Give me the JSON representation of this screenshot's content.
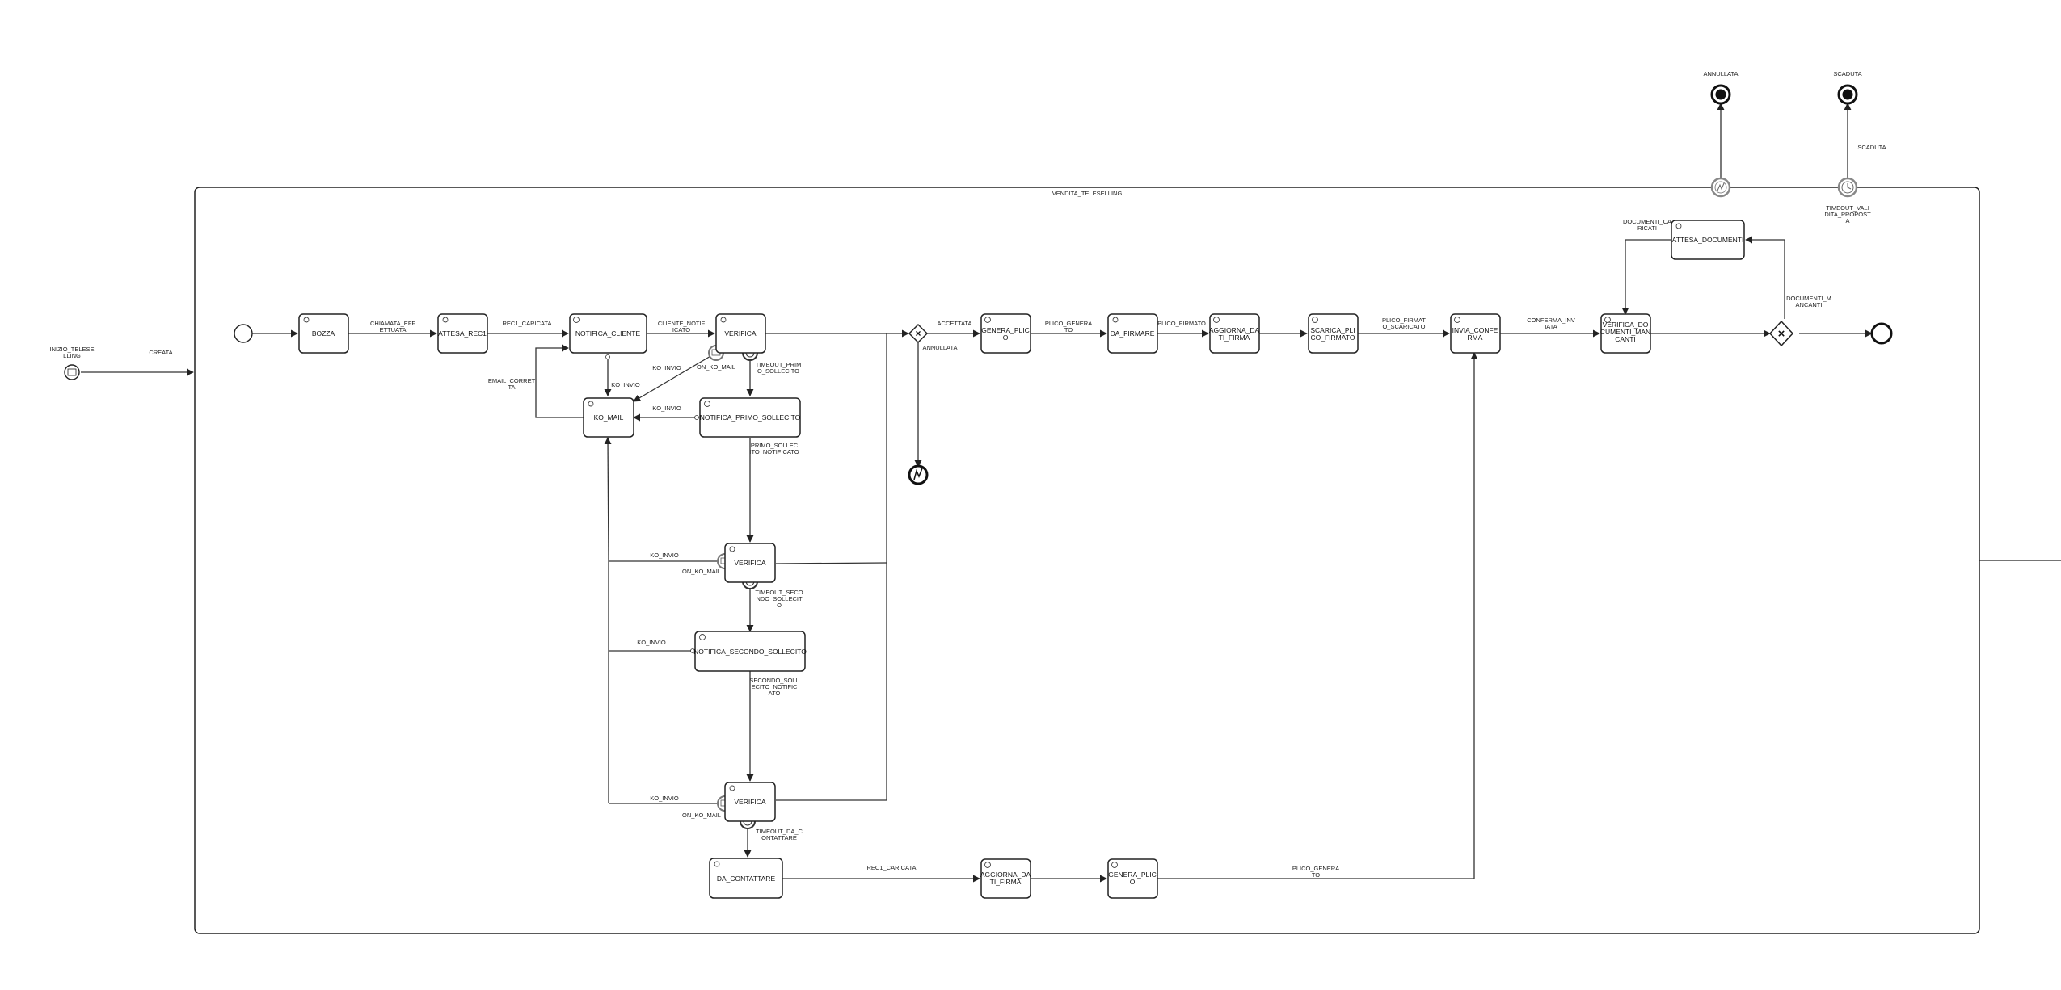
{
  "subprocess": {
    "title": "VENDITA_TELESELLING"
  },
  "events": {
    "start_external": "INIZIO_TELESE LLING",
    "end_annullata": "ANNULLATA",
    "end_scaduta": "SCADUTA",
    "boundary_timeout": "TIMEOUT_VALI DITA_PROPOST A"
  },
  "tasks": {
    "bozza": "BOZZA",
    "attesa_rec1": "ATTESA_REC1",
    "notifica_cliente": "NOTIFICA_CLIENTE",
    "verifica_1": "VERIFICA",
    "ko_mail": "KO_MAIL",
    "notifica_primo_sollecito": "NOTIFICA_PRIMO_SOLLECITO",
    "verifica_2": "VERIFICA",
    "notifica_secondo_sollecito": "NOTIFICA_SECONDO_SOLLECITO",
    "verifica_3": "VERIFICA",
    "da_contattare": "DA_CONTATTARE",
    "genera_plico_1": "GENERA_PLIC O",
    "da_firmare": "DA_FIRMARE",
    "aggiorna_dati_firma_1": "AGGIORNA_DA TI_FIRMA",
    "scarica_plico_firmato": "SCARICA_PLI CO_FIRMATO",
    "invia_conferma": "INVIA_CONFE RMA",
    "verifica_documenti_mancanti": "VERIFICA_DO CUMENTI_MAN CANTI",
    "attesa_documenti": "ATTESA_DOCUMENTI",
    "aggiorna_dati_firma_2": "AGGIORNA_DA TI_FIRMA",
    "genera_plico_2": "GENERA_PLIC O"
  },
  "flows": {
    "creata": "CREATA",
    "chiamata_effettuata": "CHIAMATA_EFF ETTUATA",
    "rec1_caricata": "REC1_CARICATA",
    "cliente_notificato": "CLIENTE_NOTIF ICATO",
    "accettata": "ACCETTATA",
    "annullata": "ANNULLATA",
    "plico_generato": "PLICO_GENERA TO",
    "plico_firmato": "PLICO_FIRMATO",
    "plico_firmato_scaricato": "PLICO_FIRMAT O_SCARICATO",
    "conferma_inviata": "CONFERMA_INV IATA",
    "documenti_caricati": "DOCUMENTI_CA RICATI",
    "documenti_mancanti": "DOCUMENTI_M ANCANTI",
    "scaduta": "SCADUTA",
    "ko_invio_1": "KO_INVIO",
    "ko_invio_2": "KO_INVIO",
    "ko_invio_3": "KO_INVIO",
    "ko_invio_4": "KO_INVIO",
    "ko_invio_5": "KO_INVIO",
    "ko_invio_6": "KO_INVIO",
    "on_ko_mail_1": "ON_KO_MAIL",
    "on_ko_mail_2": "ON_KO_MAIL",
    "on_ko_mail_3": "ON_KO_MAIL",
    "email_corretta": "EMAIL_CORRET TA",
    "timeout_primo_sollecito": "TIMEOUT_PRIM O_SOLLECITO",
    "primo_sollecito_notificato": "PRIMO_SOLLEC ITO_NOTIFICATO",
    "timeout_secondo_sollecito": "TIMEOUT_SECO NDO_SOLLECIT O",
    "secondo_sollecito_notificato": "SECONDO_SOLL ECITO_NOTIFIC ATO",
    "timeout_da_contattare": "TIMEOUT_DA_C ONTATTARE",
    "rec1_caricata_2": "REC1_CARICATA",
    "plico_generato_2": "PLICO_GENERA TO"
  }
}
